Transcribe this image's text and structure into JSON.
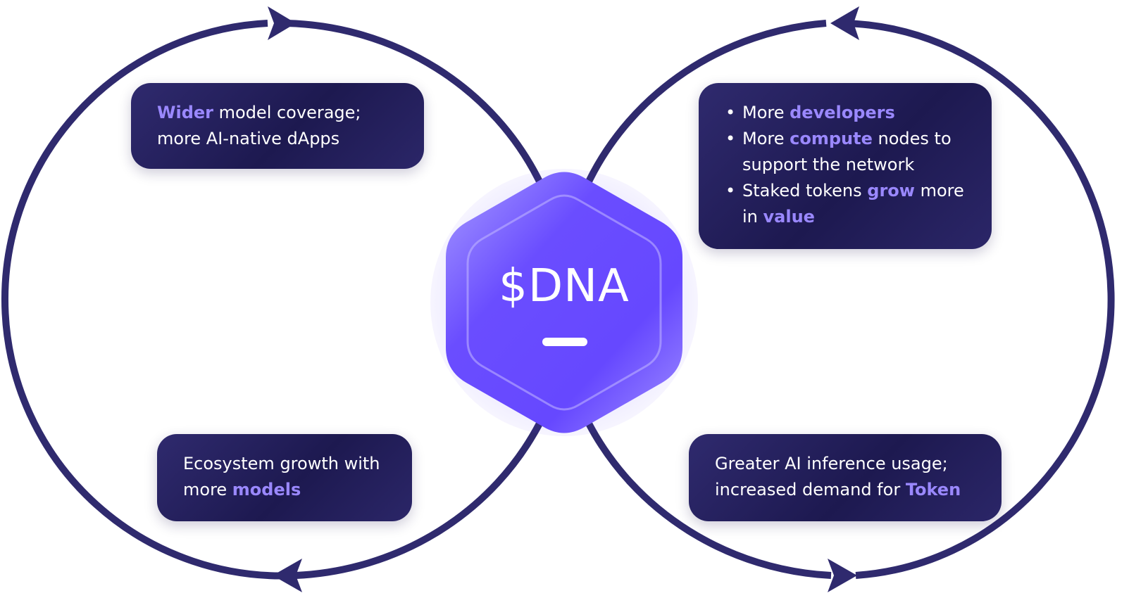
{
  "center": {
    "label": "$DNA"
  },
  "cards": {
    "top_left": {
      "highlight": "Wider",
      "text_after": " model coverage;",
      "line2": "more AI-native dApps"
    },
    "top_right": {
      "bullets": [
        {
          "before": "More ",
          "highlight": "developers",
          "after": ""
        },
        {
          "before": "More ",
          "highlight": "compute",
          "after": " nodes to"
        },
        {
          "before": "",
          "highlight": "",
          "after": "support the network"
        },
        {
          "before": "Staked tokens ",
          "highlight": "grow",
          "after": " more"
        },
        {
          "before": "in ",
          "highlight": "value",
          "after": ""
        }
      ]
    },
    "bottom_left": {
      "line1": "Ecosystem growth with",
      "line2_before": "more ",
      "line2_highlight": "models"
    },
    "bottom_right": {
      "line1": "Greater AI inference usage;",
      "line2_before": "increased demand for ",
      "line2_highlight": "Token"
    }
  },
  "colors": {
    "loop": "#2f2a6e",
    "card_dark": "#1d1950",
    "highlight": "#9a88ff",
    "hex_primary": "#6a4dff",
    "hex_light": "#a79bff"
  }
}
